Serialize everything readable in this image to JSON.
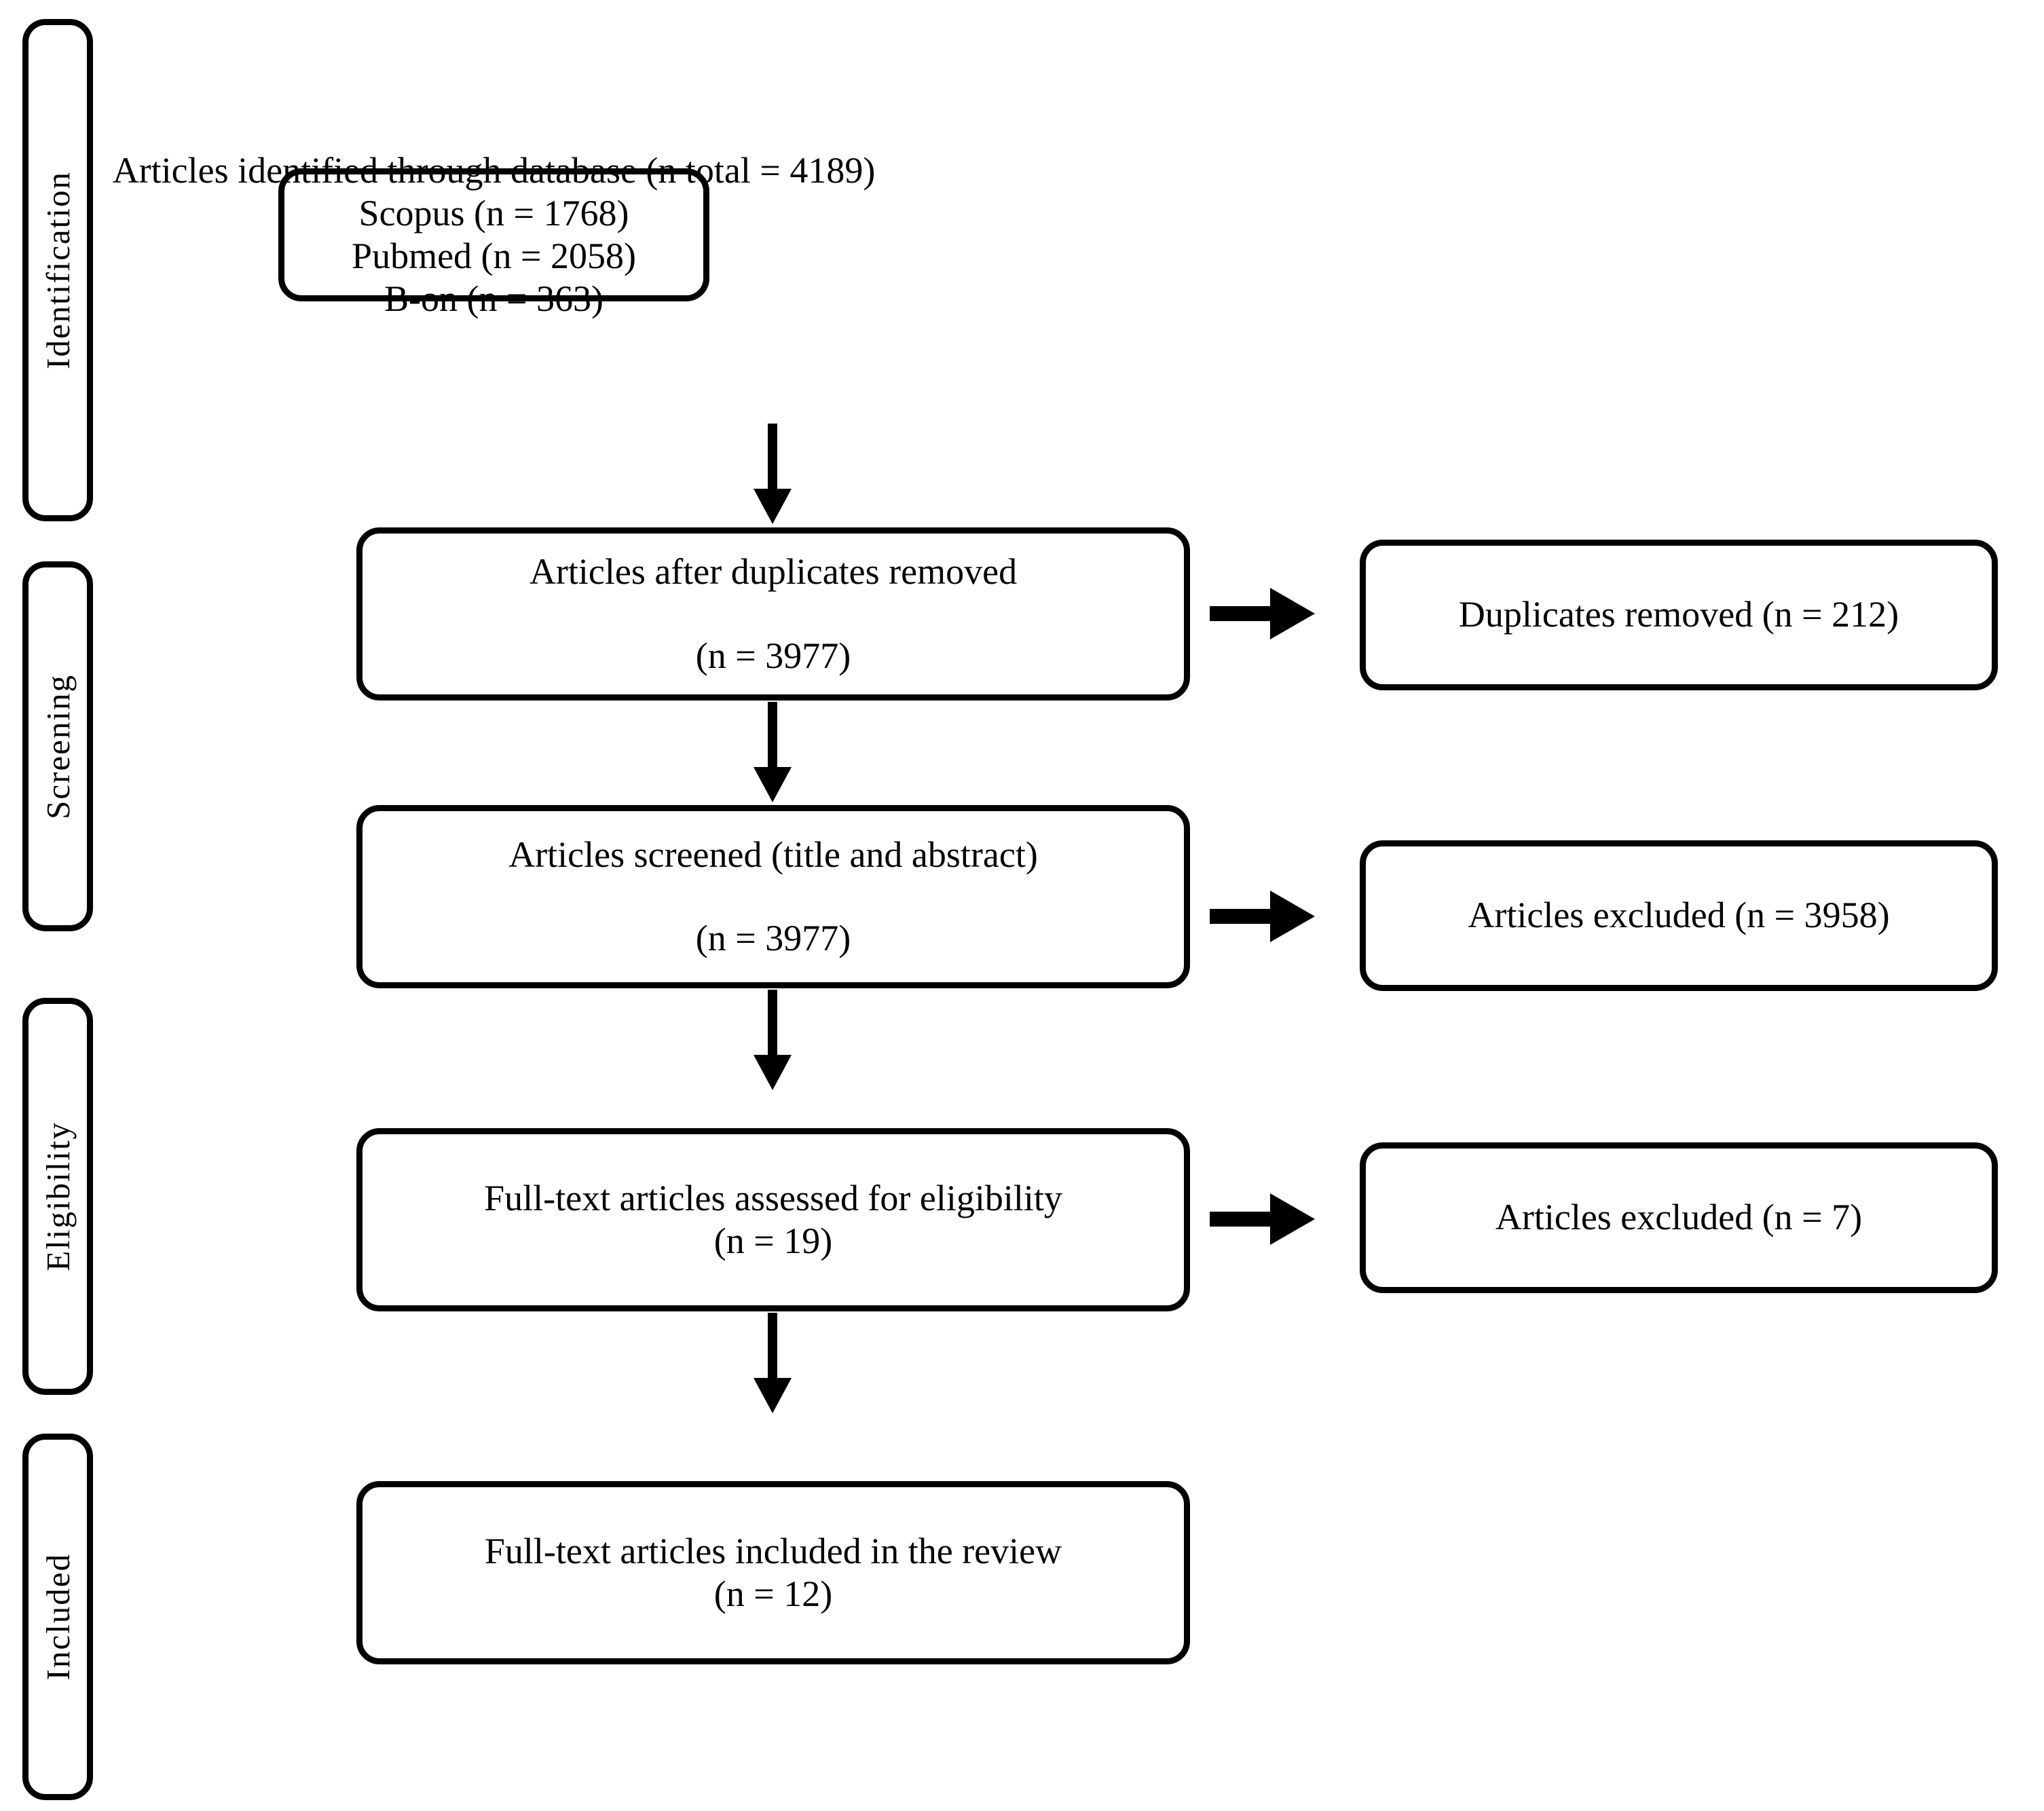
{
  "diagram": {
    "type": "prisma-flow-diagram",
    "title": "PRISMA flow diagram",
    "background_color": "#ffffff",
    "line_color": "#000000"
  },
  "stages": [
    {
      "label": "Identification"
    },
    {
      "label": "Screening"
    },
    {
      "label": "Eligibility"
    },
    {
      "label": "Included"
    }
  ],
  "nodes": {
    "identified": {
      "lines": [
        "Articles identified through database (n total = 4189)",
        "Scopus (n = 1768)",
        "Pubmed (n = 2058)",
        "B-on (n = 363)"
      ]
    },
    "after_duplicates": {
      "lines": [
        "Articles after duplicates removed",
        "(n = 3977)"
      ]
    },
    "duplicates_removed": {
      "lines": [
        "Duplicates removed (n = 212)"
      ]
    },
    "screened": {
      "lines": [
        "Articles screened (title and abstract)",
        "(n = 3977)"
      ]
    },
    "excluded_screening": {
      "lines": [
        "Articles excluded (n = 3958)"
      ]
    },
    "fulltext_assessed": {
      "lines": [
        "Full-text articles assessed for eligibility",
        "(n = 19)"
      ]
    },
    "excluded_eligibility": {
      "lines": [
        "Articles excluded (n = 7)"
      ]
    },
    "included": {
      "lines": [
        "Full-text articles included in the review",
        "(n = 12)"
      ]
    }
  },
  "counts": {
    "total_identified": 4189,
    "scopus": 1768,
    "pubmed": 2058,
    "bon": 363,
    "after_duplicates": 3977,
    "duplicates_removed": 212,
    "screened": 3977,
    "excluded_screening": 3958,
    "fulltext_assessed": 19,
    "excluded_eligibility": 7,
    "included": 12
  }
}
